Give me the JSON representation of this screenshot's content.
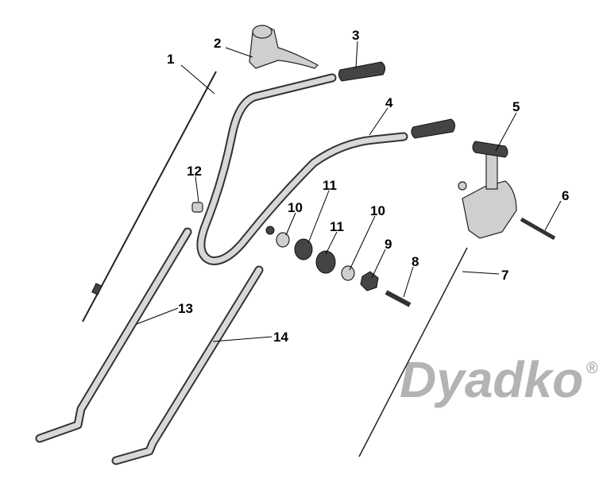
{
  "watermark": {
    "text": "Dyadko",
    "mark": "®"
  },
  "callouts": [
    {
      "id": "1",
      "label": "1"
    },
    {
      "id": "2",
      "label": "2"
    },
    {
      "id": "3",
      "label": "3"
    },
    {
      "id": "4",
      "label": "4"
    },
    {
      "id": "5",
      "label": "5"
    },
    {
      "id": "6",
      "label": "6"
    },
    {
      "id": "7",
      "label": "7"
    },
    {
      "id": "8",
      "label": "8"
    },
    {
      "id": "9",
      "label": "9"
    },
    {
      "id": "10a",
      "label": "10"
    },
    {
      "id": "10b",
      "label": "10"
    },
    {
      "id": "11a",
      "label": "11"
    },
    {
      "id": "11b",
      "label": "11"
    },
    {
      "id": "12",
      "label": "12"
    },
    {
      "id": "13",
      "label": "13"
    },
    {
      "id": "14",
      "label": "14"
    }
  ]
}
